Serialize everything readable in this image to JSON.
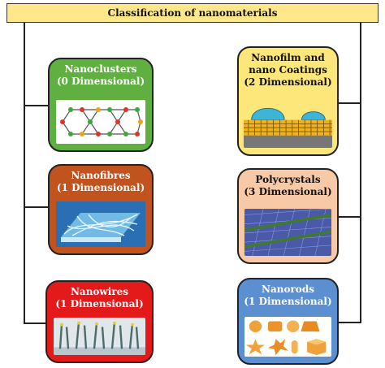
{
  "title": "Classification of nanomaterials",
  "cards": {
    "nanoclusters": {
      "line1": "Nanoclusters",
      "line2": "(0 Dimensional)",
      "bg": "#5fb041"
    },
    "nanofibres": {
      "line1": "Nanofibres",
      "line2": "(1 Dimensional)",
      "bg": "#c0531e"
    },
    "nanowires": {
      "line1": "Nanowires",
      "line2": "(1 Dimensional)",
      "bg": "#e41a1a"
    },
    "nanofilm": {
      "line1": "Nanofilm and",
      "line2": "nano Coatings",
      "line3": "(2 Dimensional)",
      "bg": "#fde67a"
    },
    "polycrystals": {
      "line1": "Polycrystals",
      "line2": "(3 Dimensional)",
      "bg": "#f8c9a6"
    },
    "nanorods": {
      "line1": "Nanorods",
      "line2": "(1 Dimensional)",
      "bg": "#5b8fd0"
    }
  }
}
